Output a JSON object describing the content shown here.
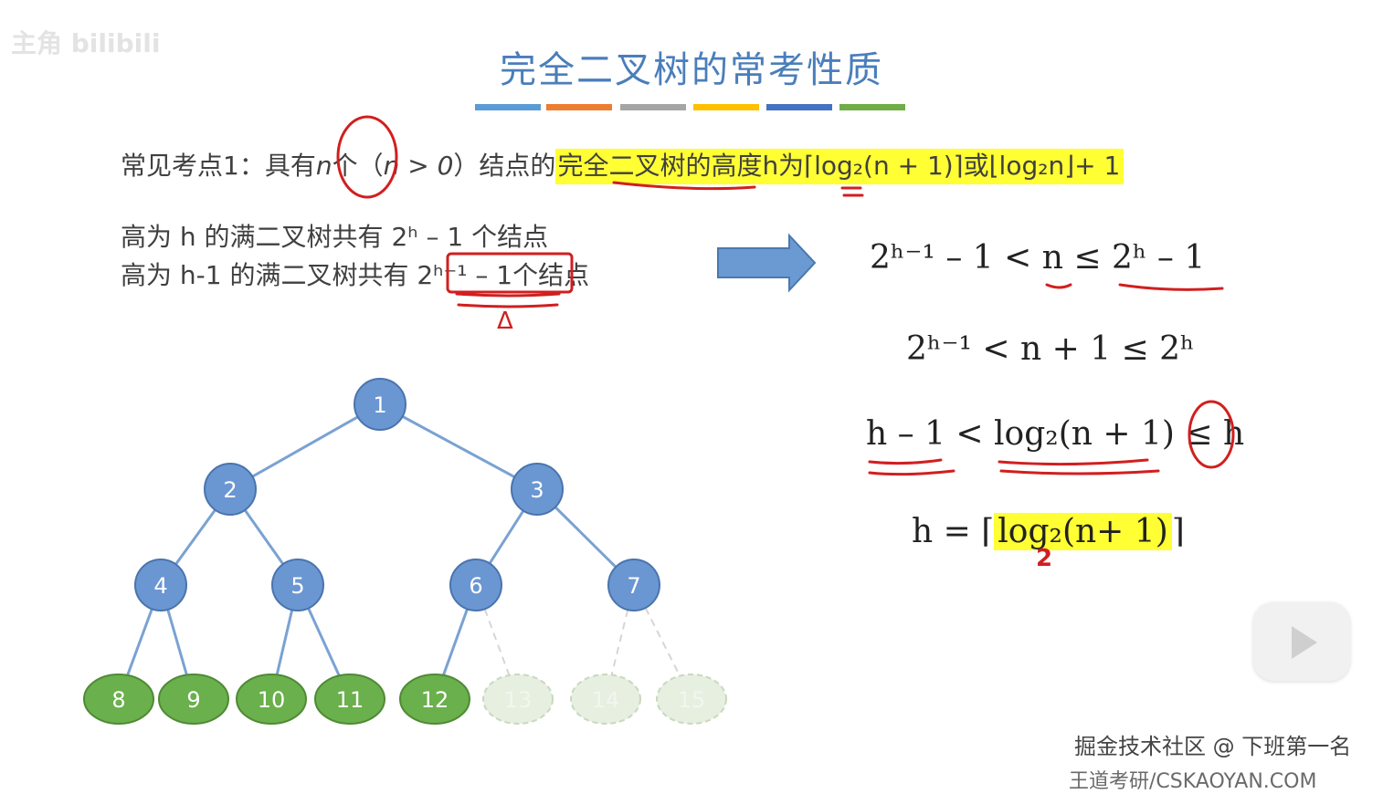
{
  "watermark_top_left": "主角 bilibili",
  "title": "完全二叉树的常考性质",
  "title_bar_colors": [
    "#5b9bd5",
    "#ed7d31",
    "#a5a5a5",
    "#ffc000",
    "#4472c4",
    "#70ad47"
  ],
  "point1": {
    "prefix": "常见考点1：具有",
    "n": "n",
    "mid1": "个（",
    "cond": "n > 0",
    "mid2": "）结点的",
    "highlight": "完全二叉树的高度h为⌈log₂(n + 1)⌉或⌊log₂n⌋+ 1"
  },
  "fact_full_h": "高为 h 的满二叉树共有 2ʰ – 1 个结点",
  "fact_full_h1": "高为 h-1 的满二叉树共有 2ʰ⁻¹ – 1个结点",
  "annotation_delta": "Δ",
  "derivation": {
    "step1": "2ʰ⁻¹ – 1 < n ≤ 2ʰ – 1",
    "step2": "2ʰ⁻¹ < n + 1 ≤ 2ʰ",
    "step3": "h – 1 < log₂(n + 1) ≤ h",
    "step4_lhs": "h = ⌈",
    "step4_highlight": "log₂(n+ 1)",
    "step4_rhs": "⌉",
    "annotation_two": "2"
  },
  "tree": {
    "node_labels": [
      "1",
      "2",
      "3",
      "4",
      "5",
      "6",
      "7",
      "8",
      "9",
      "10",
      "11",
      "12",
      "13",
      "14",
      "15"
    ],
    "present_count": 12,
    "colors": {
      "internal": "#6a96d2",
      "leaf": "#6ab04c",
      "ghost": "#e6efe0",
      "edge": "#7aa2d2"
    }
  },
  "annotation_color": "#d11f1f",
  "watermark_bottom_right": "掘金技术社区 @ 下班第一名",
  "watermark_bottom_right2": "王道考研/CSKAOYAN.COM"
}
